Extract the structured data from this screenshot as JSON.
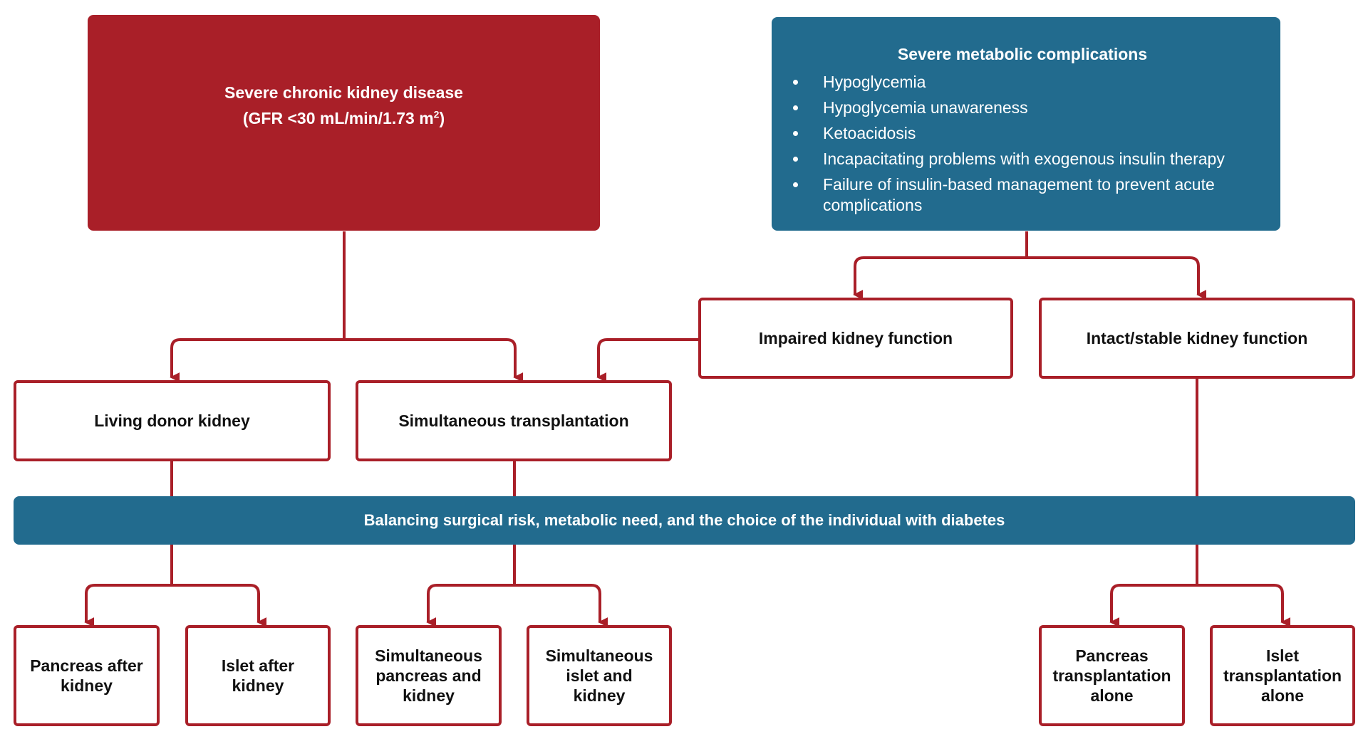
{
  "colors": {
    "red": "#a91f28",
    "blue": "#226b8e",
    "text": "#111111"
  },
  "top_left": {
    "title": "Severe chronic kidney disease",
    "subtitle_prefix": "(GFR <30 mL/min/1.73 m",
    "subtitle_sup": "2",
    "subtitle_suffix": ")"
  },
  "top_right": {
    "title": "Severe metabolic complications",
    "items": [
      "Hypoglycemia",
      "Hypoglycemia unawareness",
      "Ketoacidosis",
      "Incapacitating problems with exogenous insulin therapy",
      "Failure of insulin-based management to prevent acute complications"
    ]
  },
  "kidney_function": {
    "impaired": "Impaired kidney function",
    "intact": "Intact/stable kidney function"
  },
  "pathways": {
    "living_donor": "Living donor kidney",
    "simultaneous": "Simultaneous transplantation"
  },
  "balance_band": "Balancing surgical risk, metabolic need, and the choice of the individual with diabetes",
  "outcomes": {
    "pancreas_after_kidney": "Pancreas after\nkidney",
    "islet_after_kidney": "Islet after\nkidney",
    "simultaneous_pancreas_kidney": "Simultaneous\npancreas and\nkidney",
    "simultaneous_islet_kidney": "Simultaneous\nislet and\nkidney",
    "pancreas_alone": "Pancreas\ntransplantation\nalone",
    "islet_alone": "Islet\ntransplantation\nalone"
  }
}
